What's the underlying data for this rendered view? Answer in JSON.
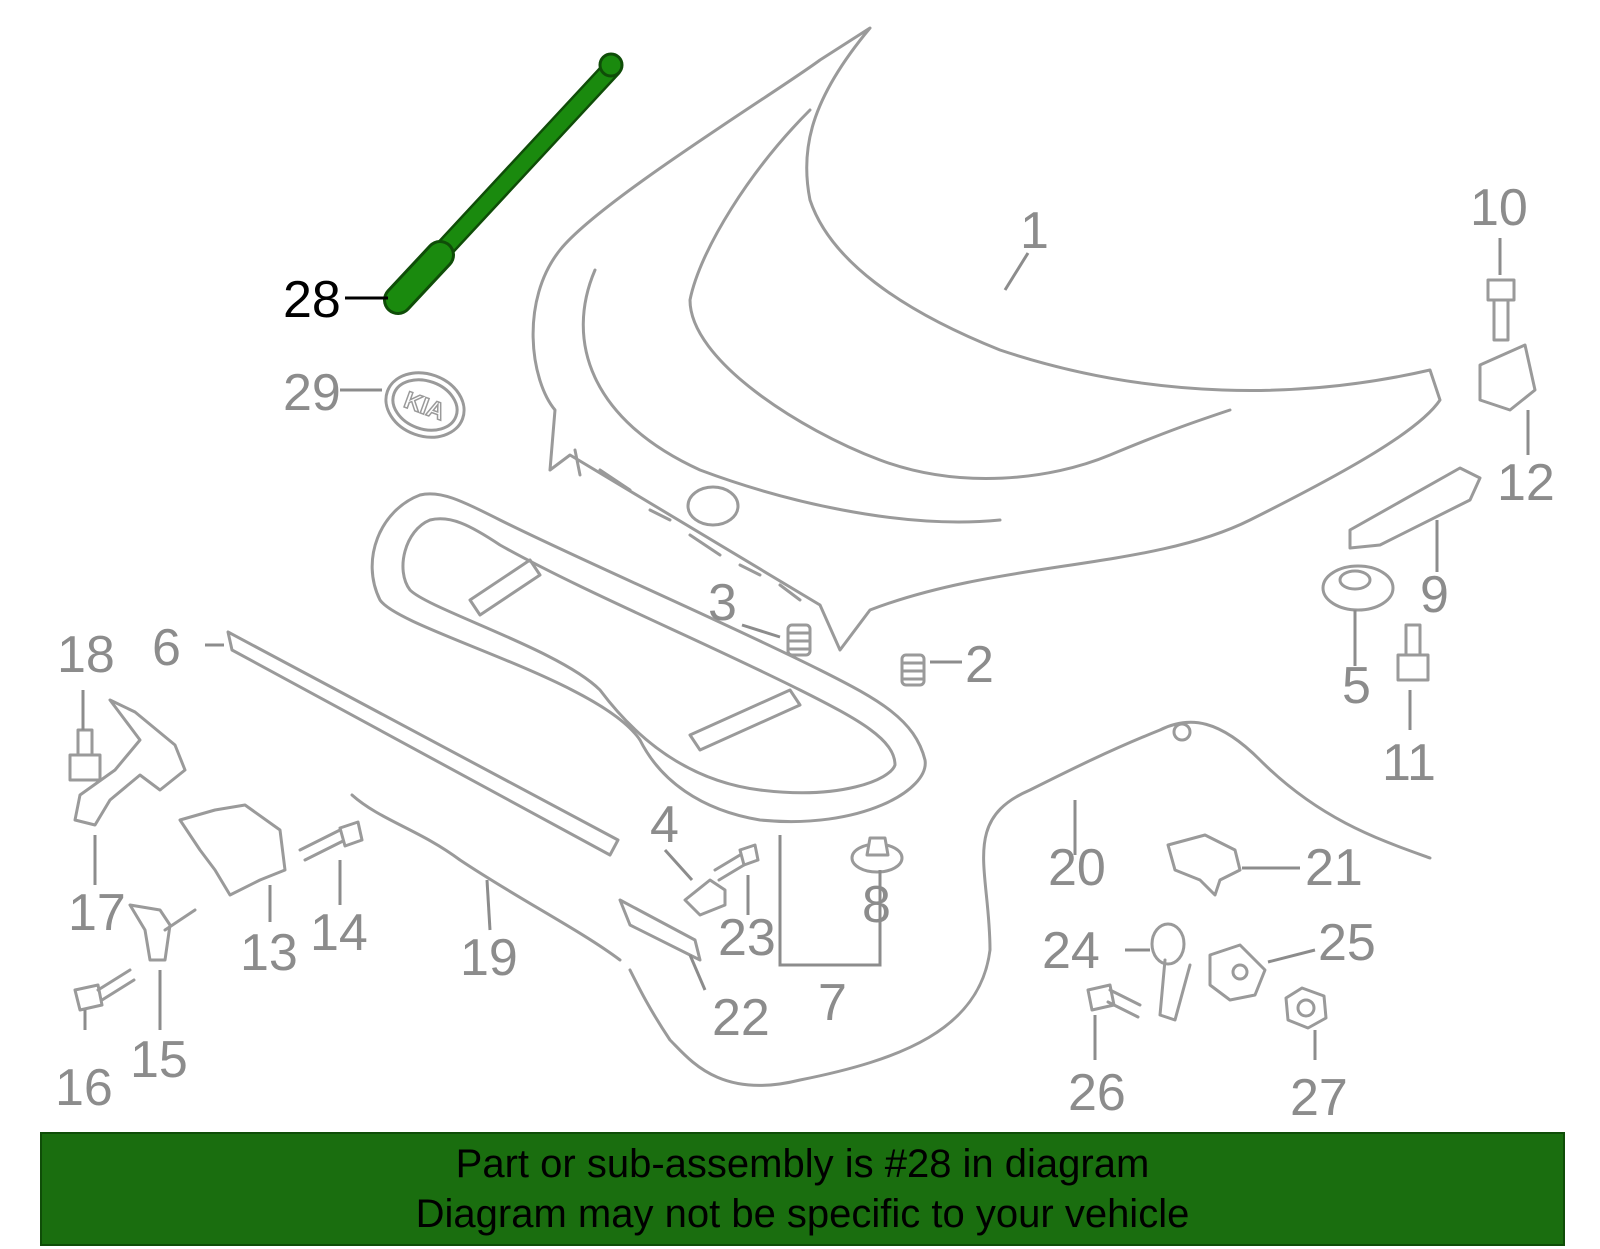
{
  "highlight_color": "#1a8a0e",
  "banner_color": "#1a6e0f",
  "callouts": {
    "c1": "1",
    "c2": "2",
    "c3": "3",
    "c4": "4",
    "c5": "5",
    "c6": "6",
    "c7": "7",
    "c8": "8",
    "c9": "9",
    "c10": "10",
    "c11": "11",
    "c12": "12",
    "c13": "13",
    "c14": "14",
    "c15": "15",
    "c16": "16",
    "c17": "17",
    "c18": "18",
    "c19": "19",
    "c20": "20",
    "c21": "21",
    "c22": "22",
    "c23": "23",
    "c24": "24",
    "c25": "25",
    "c26": "26",
    "c27": "27",
    "c28": "28",
    "c29": "29"
  },
  "emblem_text": "KIA",
  "banner": {
    "line1": "Part or sub-assembly is #28 in diagram",
    "line2": "Diagram may not be specific to your vehicle"
  }
}
